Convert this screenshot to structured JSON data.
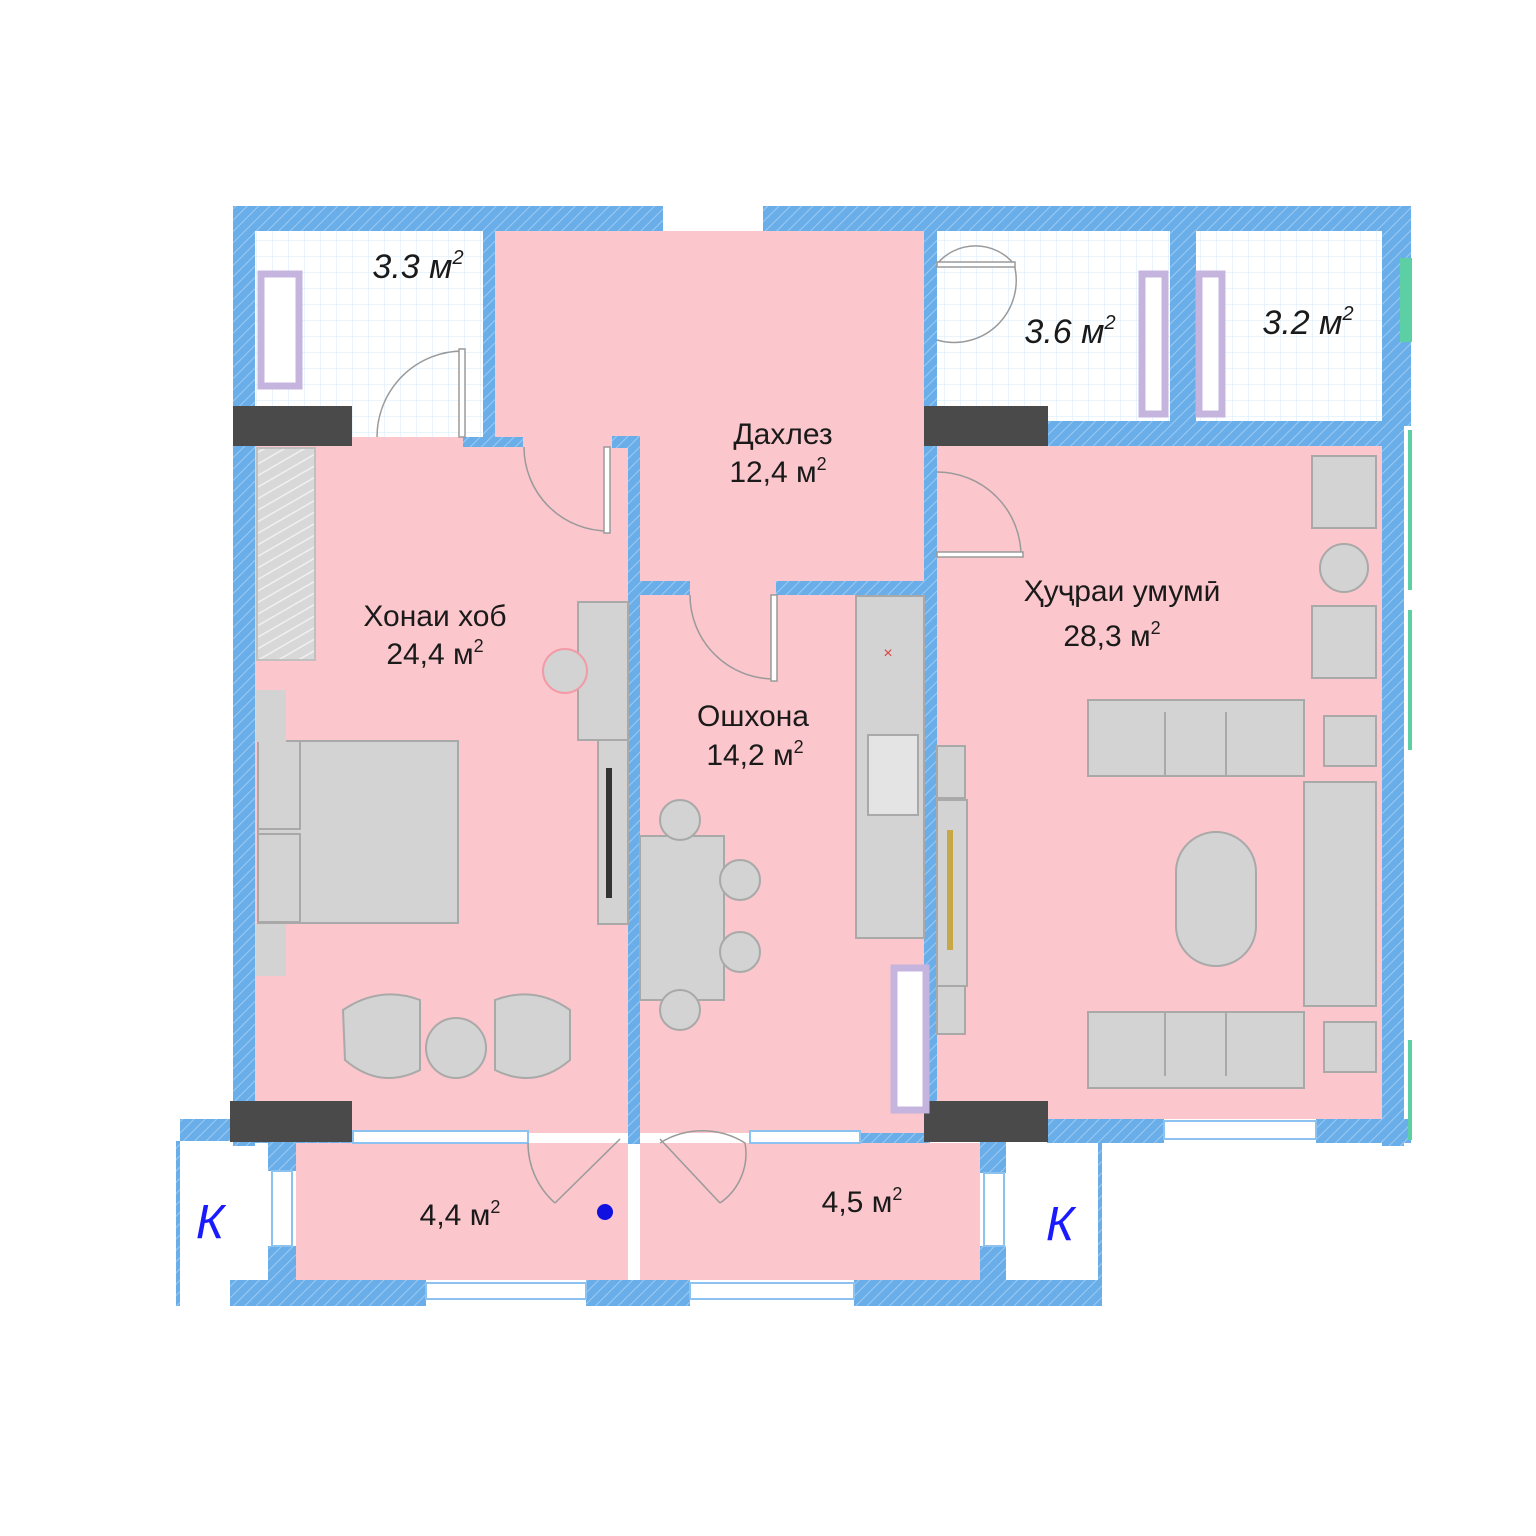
{
  "colors": {
    "wall": "#6aaee9",
    "wall_hatch": "#8cc2ef",
    "room_fill": "#fbc6cc",
    "bath_fill": "#ffffff",
    "bath_grid": "#cfe6f8",
    "furniture": "#d3d3d3",
    "furniture_stroke": "#a9a9a9",
    "fixture": "#c5b4de",
    "column": "#4a4a4a",
    "k_label": "#1a1aff",
    "marker": "#1010e0",
    "accent_green": "#5ccfa4"
  },
  "rooms": {
    "hall": {
      "name": "Дахлез",
      "area": "12,4",
      "unit": "м"
    },
    "bedroom": {
      "name": "Хонаи хоб",
      "area": "24,4",
      "unit": "м"
    },
    "kitchen": {
      "name": "Ошхона",
      "area": "14,2",
      "unit": "м"
    },
    "living": {
      "name": "Ҳуҷраи умумӣ",
      "area": "28,3",
      "unit": "м"
    },
    "bath1": {
      "area": "3.3",
      "unit": "м"
    },
    "bath2": {
      "area": "3.6",
      "unit": "м"
    },
    "bath3": {
      "area": "3.2",
      "unit": "м"
    },
    "balcony1": {
      "area": "4,4",
      "unit": "м"
    },
    "balcony2": {
      "area": "4,5",
      "unit": "м"
    }
  },
  "sup": "2",
  "k_marks": {
    "left": "К",
    "right": "К"
  },
  "icons": {
    "stove": "x-mark-icon",
    "marker": "dot-marker-icon"
  }
}
